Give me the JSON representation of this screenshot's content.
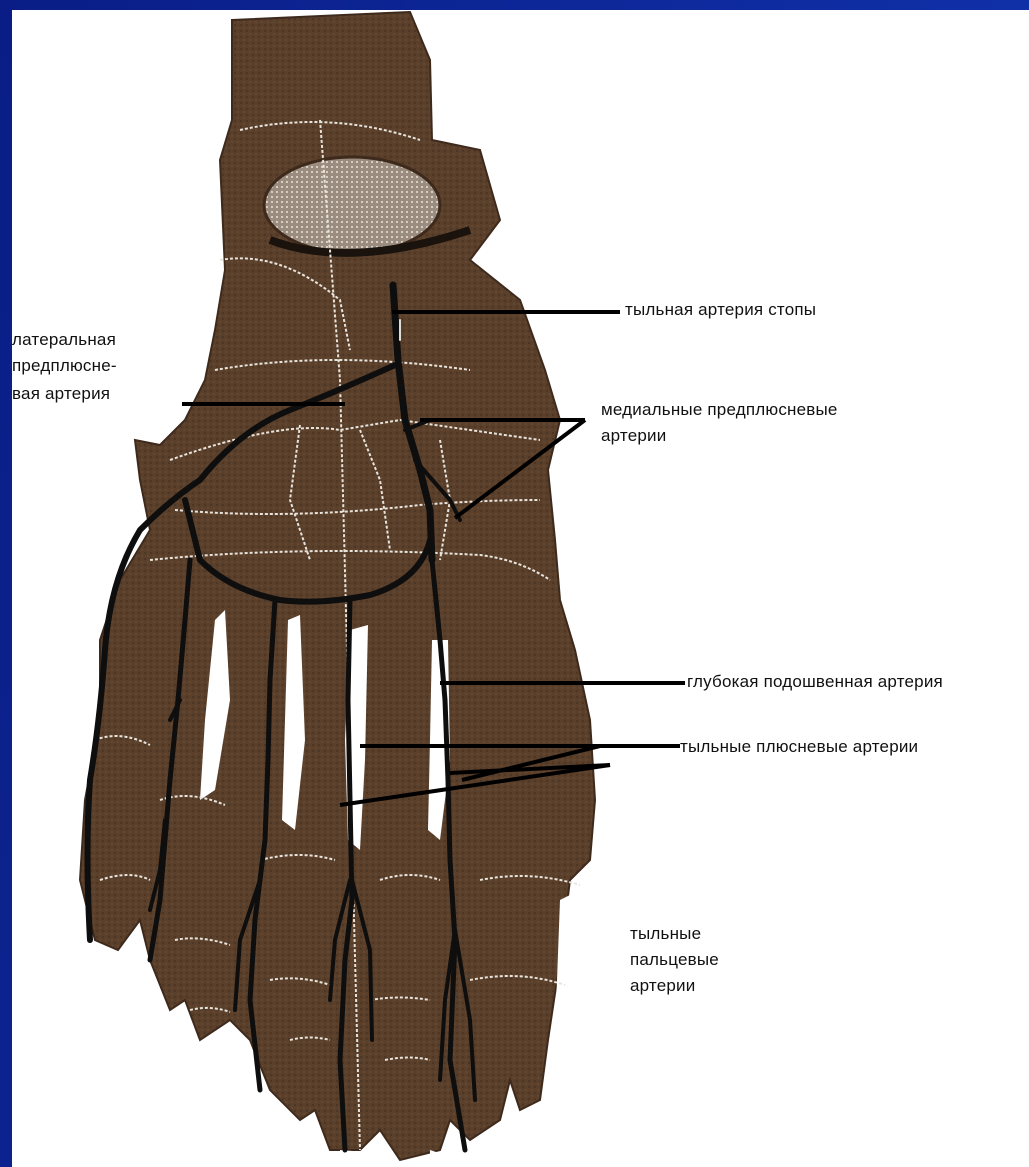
{
  "colors": {
    "frame": "#0b1f8a",
    "background": "#ffffff",
    "bone": "#5a3f2b",
    "bone_dark": "#3e2a1c",
    "artery": "#0e0e0e",
    "joint_lines": "#e8e4dc",
    "label_text": "#111111"
  },
  "labels": {
    "dorsal_foot_artery": "тыльная артерия стопы",
    "lateral_tarsal_artery_1": "латеральная",
    "lateral_tarsal_artery_2": "предплюсне-",
    "lateral_tarsal_artery_3": "вая артерия",
    "medial_tarsal_arteries_1": "медиальные предплюсневые",
    "medial_tarsal_arteries_2": "артерии",
    "deep_plantar_artery": "глубокая подошвенная артерия",
    "dorsal_metatarsal_arteries": "тыльные плюсневые артерии",
    "dorsal_digital_arteries_1": "тыльные",
    "dorsal_digital_arteries_2": "пальцевые",
    "dorsal_digital_arteries_3": "артерии"
  }
}
